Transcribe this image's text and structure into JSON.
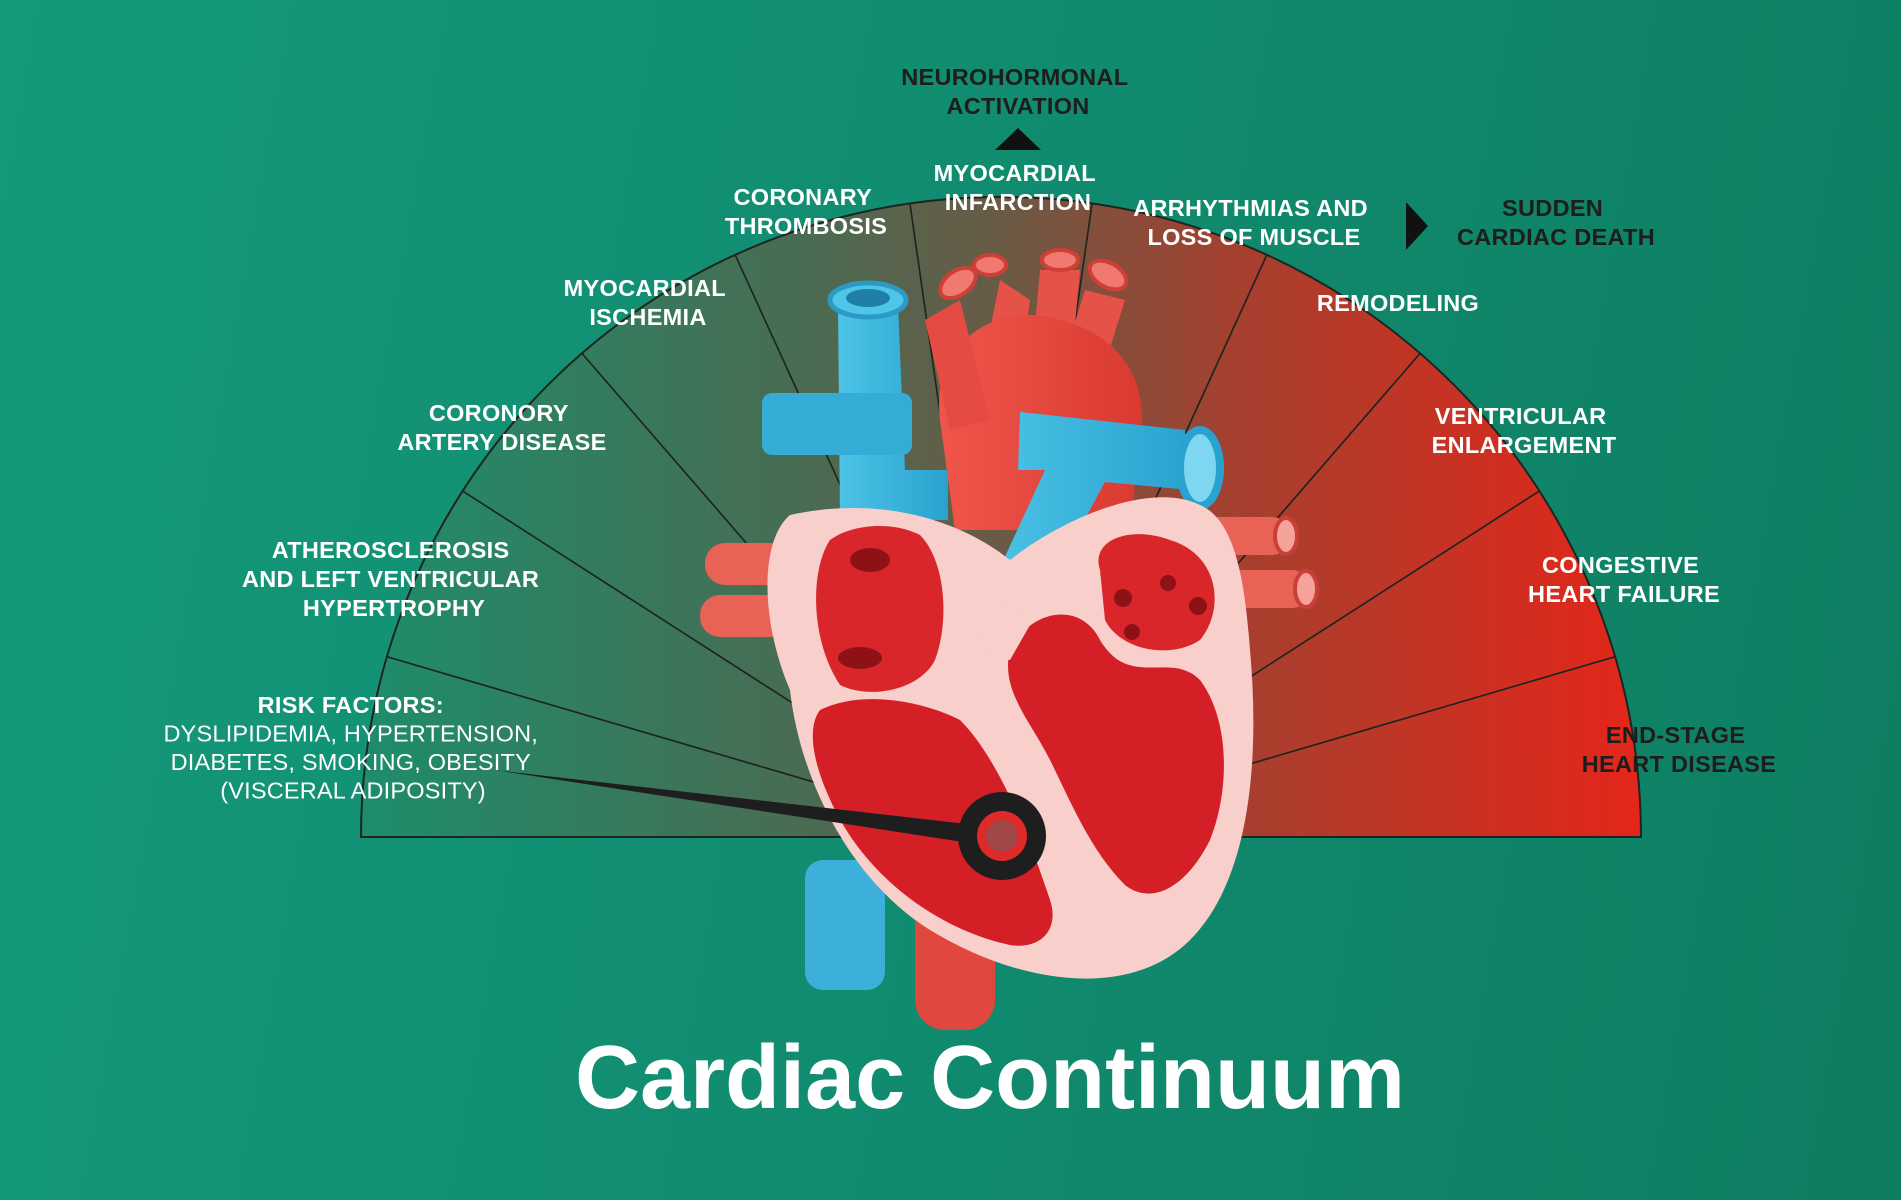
{
  "title": "Cardiac Continuum",
  "colors": {
    "background": "#12906f",
    "gauge_start": "#1a8a6a",
    "gauge_end": "#e22a1c",
    "needle": "#1e1e1e",
    "vein_blue": "#3cb4dc",
    "artery_red": "#e8453c",
    "heart_pink": "#f6c4c0"
  },
  "segments": [
    {
      "lines": [
        "RISK FACTORS:",
        "DYSLIPIDEMIA, HYPERTENSION,",
        "DIABETES, SMOKING, OBESITY",
        "(VISCERAL ADIPOSITY)"
      ]
    },
    {
      "lines": [
        "ATHEROSCLEROSIS",
        "AND LEFT VENTRICULAR",
        "HYPERTROPHY"
      ]
    },
    {
      "lines": [
        "CORONORY",
        "ARTERY DISEASE"
      ]
    },
    {
      "lines": [
        "MYOCARDIAL",
        "ISCHEMIA"
      ]
    },
    {
      "lines": [
        "CORONARY",
        "THROMBOSIS"
      ]
    },
    {
      "lines": [
        "MYOCARDIAL",
        "INFARCTION"
      ]
    },
    {
      "lines": [
        "ARRHYTHMIAS AND",
        "LOSS OF MUSCLE"
      ]
    },
    {
      "lines": [
        "REMODELING"
      ]
    },
    {
      "lines": [
        "VENTRICULAR",
        "ENLARGEMENT"
      ]
    },
    {
      "lines": [
        "CONGESTIVE",
        "HEART FAILURE"
      ]
    },
    {
      "lines": [
        "END-STAGE",
        "HEART DISEASE"
      ]
    }
  ],
  "branches": {
    "up": {
      "lines": [
        "NEUROHORMONAL",
        "ACTIVATION"
      ],
      "icon": "triangle-up-icon"
    },
    "right": {
      "lines": [
        "SUDDEN",
        "CARDIAC DEATH"
      ],
      "icon": "triangle-right-icon"
    }
  },
  "needle": {
    "points_to_segment": 0,
    "icon": "gauge-needle-icon"
  }
}
